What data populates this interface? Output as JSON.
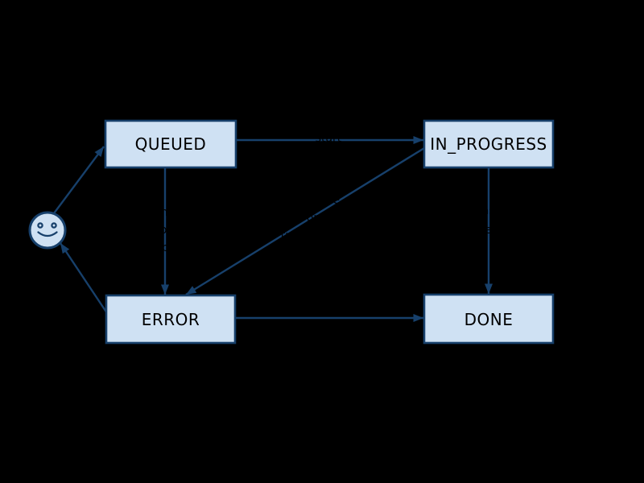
{
  "diagram": {
    "type": "state-machine",
    "background_color": "#000000",
    "node_fill_color": "#cfe1f3",
    "line_color": "#17406b",
    "node_text_color": "#000000",
    "edge_label_color": "#000000",
    "start_marker": {
      "icon": "smiley-face"
    },
    "nodes": [
      {
        "id": "queued",
        "label": "QUEUED"
      },
      {
        "id": "in_progress",
        "label": "IN_PROGRESS"
      },
      {
        "id": "error",
        "label": "ERROR"
      },
      {
        "id": "done",
        "label": "DONE"
      }
    ],
    "edges": [
      {
        "from": "start",
        "to": "queued",
        "label_lines": []
      },
      {
        "from": "queued",
        "to": "in_progress",
        "label_lines": [
          "start"
        ]
      },
      {
        "from": "queued",
        "to": "error",
        "label_lines": [
          "cancel",
          "or",
          "expire"
        ]
      },
      {
        "from": "in_progress",
        "to": "error",
        "label_lines": [
          "failure",
          "or",
          "timeout"
        ]
      },
      {
        "from": "in_progress",
        "to": "done",
        "label_lines": [
          "task",
          "succeeded"
        ]
      },
      {
        "from": "error",
        "to": "done",
        "label_lines": [
          "resolve"
        ]
      },
      {
        "from": "error",
        "to": "start",
        "label_lines": []
      }
    ]
  }
}
